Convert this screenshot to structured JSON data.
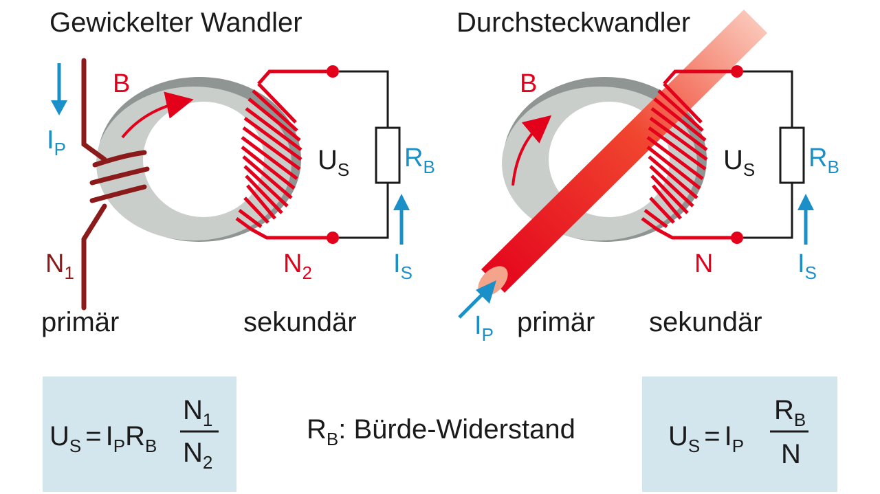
{
  "colors": {
    "red": "#e3001b",
    "brown": "#8b1a1a",
    "blue": "#1a8fc8",
    "core_dark": "#8f9592",
    "core_light": "#c9ceca",
    "formula_box": "#d3e6ee"
  },
  "left": {
    "title": "Gewickelter Wandler",
    "label_B": "B",
    "label_IP": "I",
    "label_IP_sub": "P",
    "label_N1": "N",
    "label_N1_sub": "1",
    "label_N2": "N",
    "label_N2_sub": "2",
    "label_US": "U",
    "label_US_sub": "S",
    "label_RB": "R",
    "label_RB_sub": "B",
    "label_IS": "I",
    "label_IS_sub": "S",
    "primary": "primär",
    "secondary": "sekundär"
  },
  "right": {
    "title": "Durchsteckwandler",
    "label_B": "B",
    "label_IP": "I",
    "label_IP_sub": "P",
    "label_N": "N",
    "label_US": "U",
    "label_US_sub": "S",
    "label_RB": "R",
    "label_RB_sub": "B",
    "label_IS": "I",
    "label_IS_sub": "S",
    "primary": "primär",
    "secondary": "sekundär"
  },
  "formulas": {
    "left": {
      "lhs": "U",
      "lhs_sub": "S",
      "eq": "=",
      "i": "I",
      "i_sub": "P",
      "r": "R",
      "r_sub": "B",
      "num": "N",
      "num_sub": "1",
      "den": "N",
      "den_sub": "2"
    },
    "middle": {
      "r": "R",
      "r_sub": "B",
      "text": ": Bürde-Widerstand"
    },
    "right": {
      "lhs": "U",
      "lhs_sub": "S",
      "eq": "=",
      "i": "I",
      "i_sub": "P",
      "num": "R",
      "num_sub": "B",
      "den": "N"
    }
  }
}
